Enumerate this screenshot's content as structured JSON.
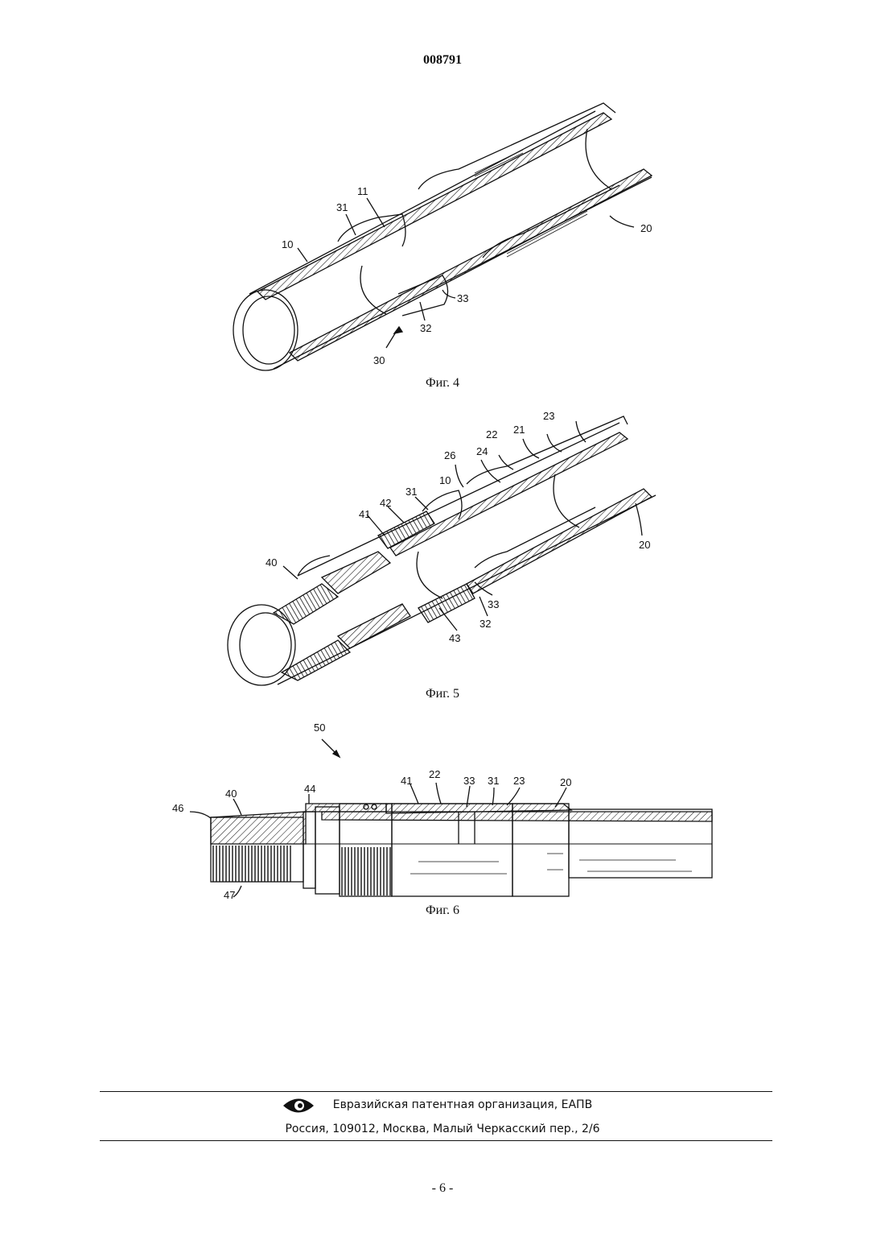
{
  "header": {
    "doc_number": "008791"
  },
  "figures": {
    "fig4": {
      "caption": "Фиг. 4",
      "labels": {
        "l10": "10",
        "l11": "11",
        "l31": "31",
        "l20": "20",
        "l33": "33",
        "l32": "32",
        "l30": "30"
      }
    },
    "fig5": {
      "caption": "Фиг. 5",
      "labels": {
        "l23": "23",
        "l22": "22",
        "l21": "21",
        "l26": "26",
        "l24": "24",
        "l10": "10",
        "l31": "31",
        "l42": "42",
        "l41": "41",
        "l40": "40",
        "l20": "20",
        "l33": "33",
        "l32": "32",
        "l43": "43"
      }
    },
    "fig6": {
      "caption": "Фиг. 6",
      "labels": {
        "l50": "50",
        "l41": "41",
        "l22": "22",
        "l33": "33",
        "l31": "31",
        "l23": "23",
        "l20": "20",
        "l44": "44",
        "l40": "40",
        "l46": "46",
        "l47": "47"
      }
    }
  },
  "footer": {
    "logo_icon": "eye-logo-icon",
    "org": "Евразийская патентная организация, ЕАПВ",
    "address": "Россия, 109012, Москва, Малый Черкасский пер., 2/6"
  },
  "page_number": "- 6 -"
}
